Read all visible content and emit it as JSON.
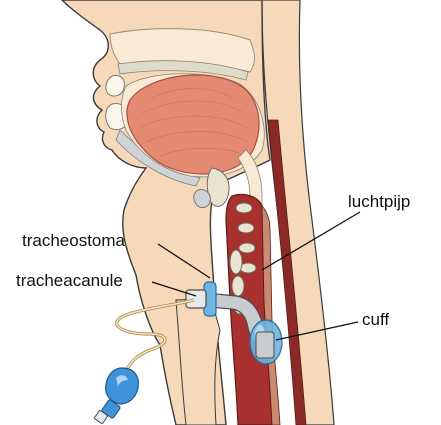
{
  "labels": {
    "luchtpijp": "luchtpijp",
    "tracheostoma": "tracheostoma",
    "tracheacanule": "tracheacanule",
    "cuff": "cuff"
  },
  "colors": {
    "skin": "#f5d9b8",
    "skin_outline": "#3a3a3a",
    "tongue": "#e58a72",
    "tongue_dark": "#cc6b58",
    "oral_cavity": "#f8ead5",
    "bone_gray": "#cfd3d6",
    "cartilage": "#e9e4cf",
    "trachea_red": "#a8312d",
    "trachea_dark": "#7e1f1c",
    "tube_gray": "#c9ccce",
    "cuff_blue": "#6fb6e2",
    "pilot_blue": "#3f93d6",
    "tube_line_cream": "#efe2c2"
  }
}
